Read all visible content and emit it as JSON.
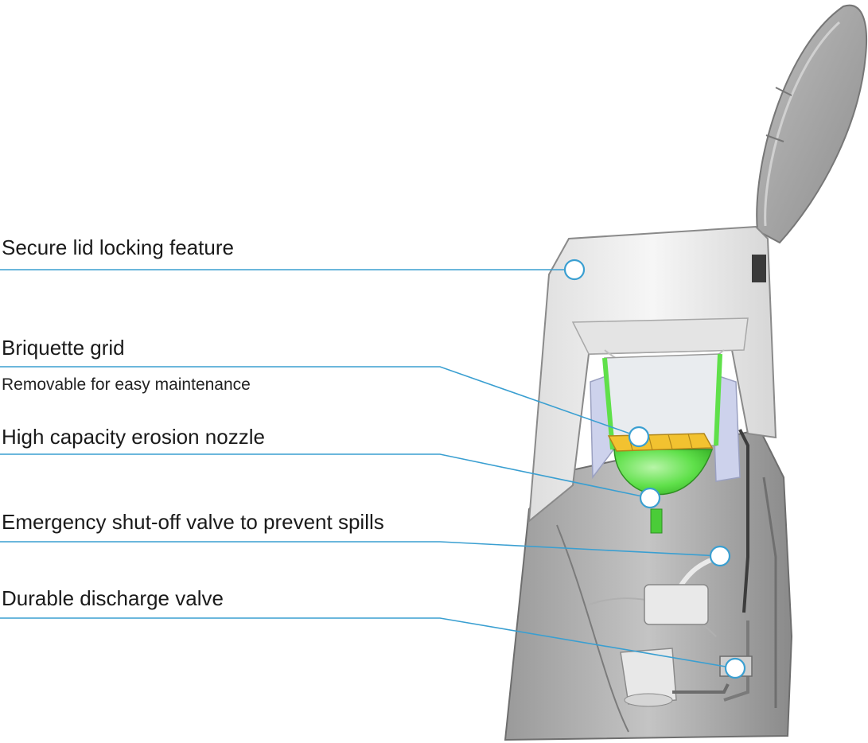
{
  "colors": {
    "leader_line": "#3a9fd1",
    "shell_light": "#ececec",
    "shell_dark": "#8e8e8e",
    "lid": "#a9a9a9",
    "container_green": "#5fe04a",
    "grid_yellow": "#f2c230",
    "liner_blue": "#cdd2ec"
  },
  "callouts": [
    {
      "label": "Secure lid locking feature"
    },
    {
      "label": "Briquette grid",
      "sublabel": "Removable for easy maintenance"
    },
    {
      "label": "High capacity erosion nozzle"
    },
    {
      "label": "Emergency shut-off valve to prevent spills"
    },
    {
      "label": "Durable discharge valve"
    }
  ]
}
